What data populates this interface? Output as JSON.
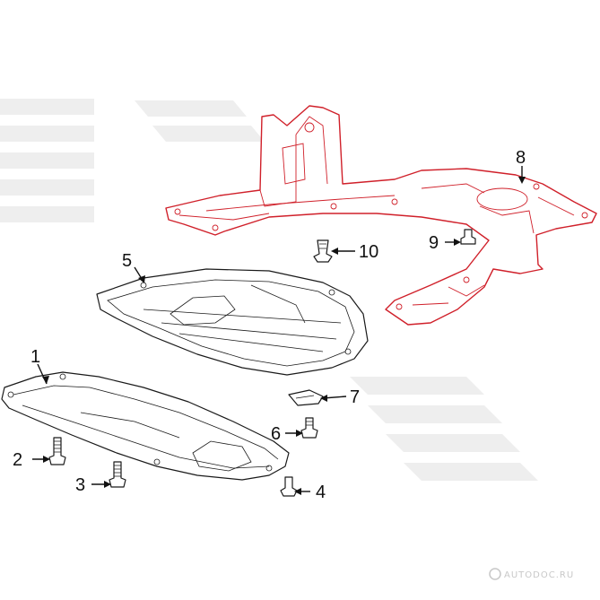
{
  "diagram": {
    "parts": [
      {
        "id": "1",
        "label": "1",
        "name": "front-undercover"
      },
      {
        "id": "2",
        "label": "2",
        "name": "bolt"
      },
      {
        "id": "3",
        "label": "3",
        "name": "bolt"
      },
      {
        "id": "4",
        "label": "4",
        "name": "screw"
      },
      {
        "id": "5",
        "label": "5",
        "name": "center-undercover"
      },
      {
        "id": "6",
        "label": "6",
        "name": "bolt"
      },
      {
        "id": "7",
        "label": "7",
        "name": "clip-nut"
      },
      {
        "id": "8",
        "label": "8",
        "name": "front-subframe"
      },
      {
        "id": "9",
        "label": "9",
        "name": "bolt"
      },
      {
        "id": "10",
        "label": "10",
        "name": "push-clip"
      }
    ],
    "highlight_color": "#d0202a",
    "line_color": "#1a1a1a"
  },
  "watermark": {
    "text": "AUTODOC.RU"
  }
}
